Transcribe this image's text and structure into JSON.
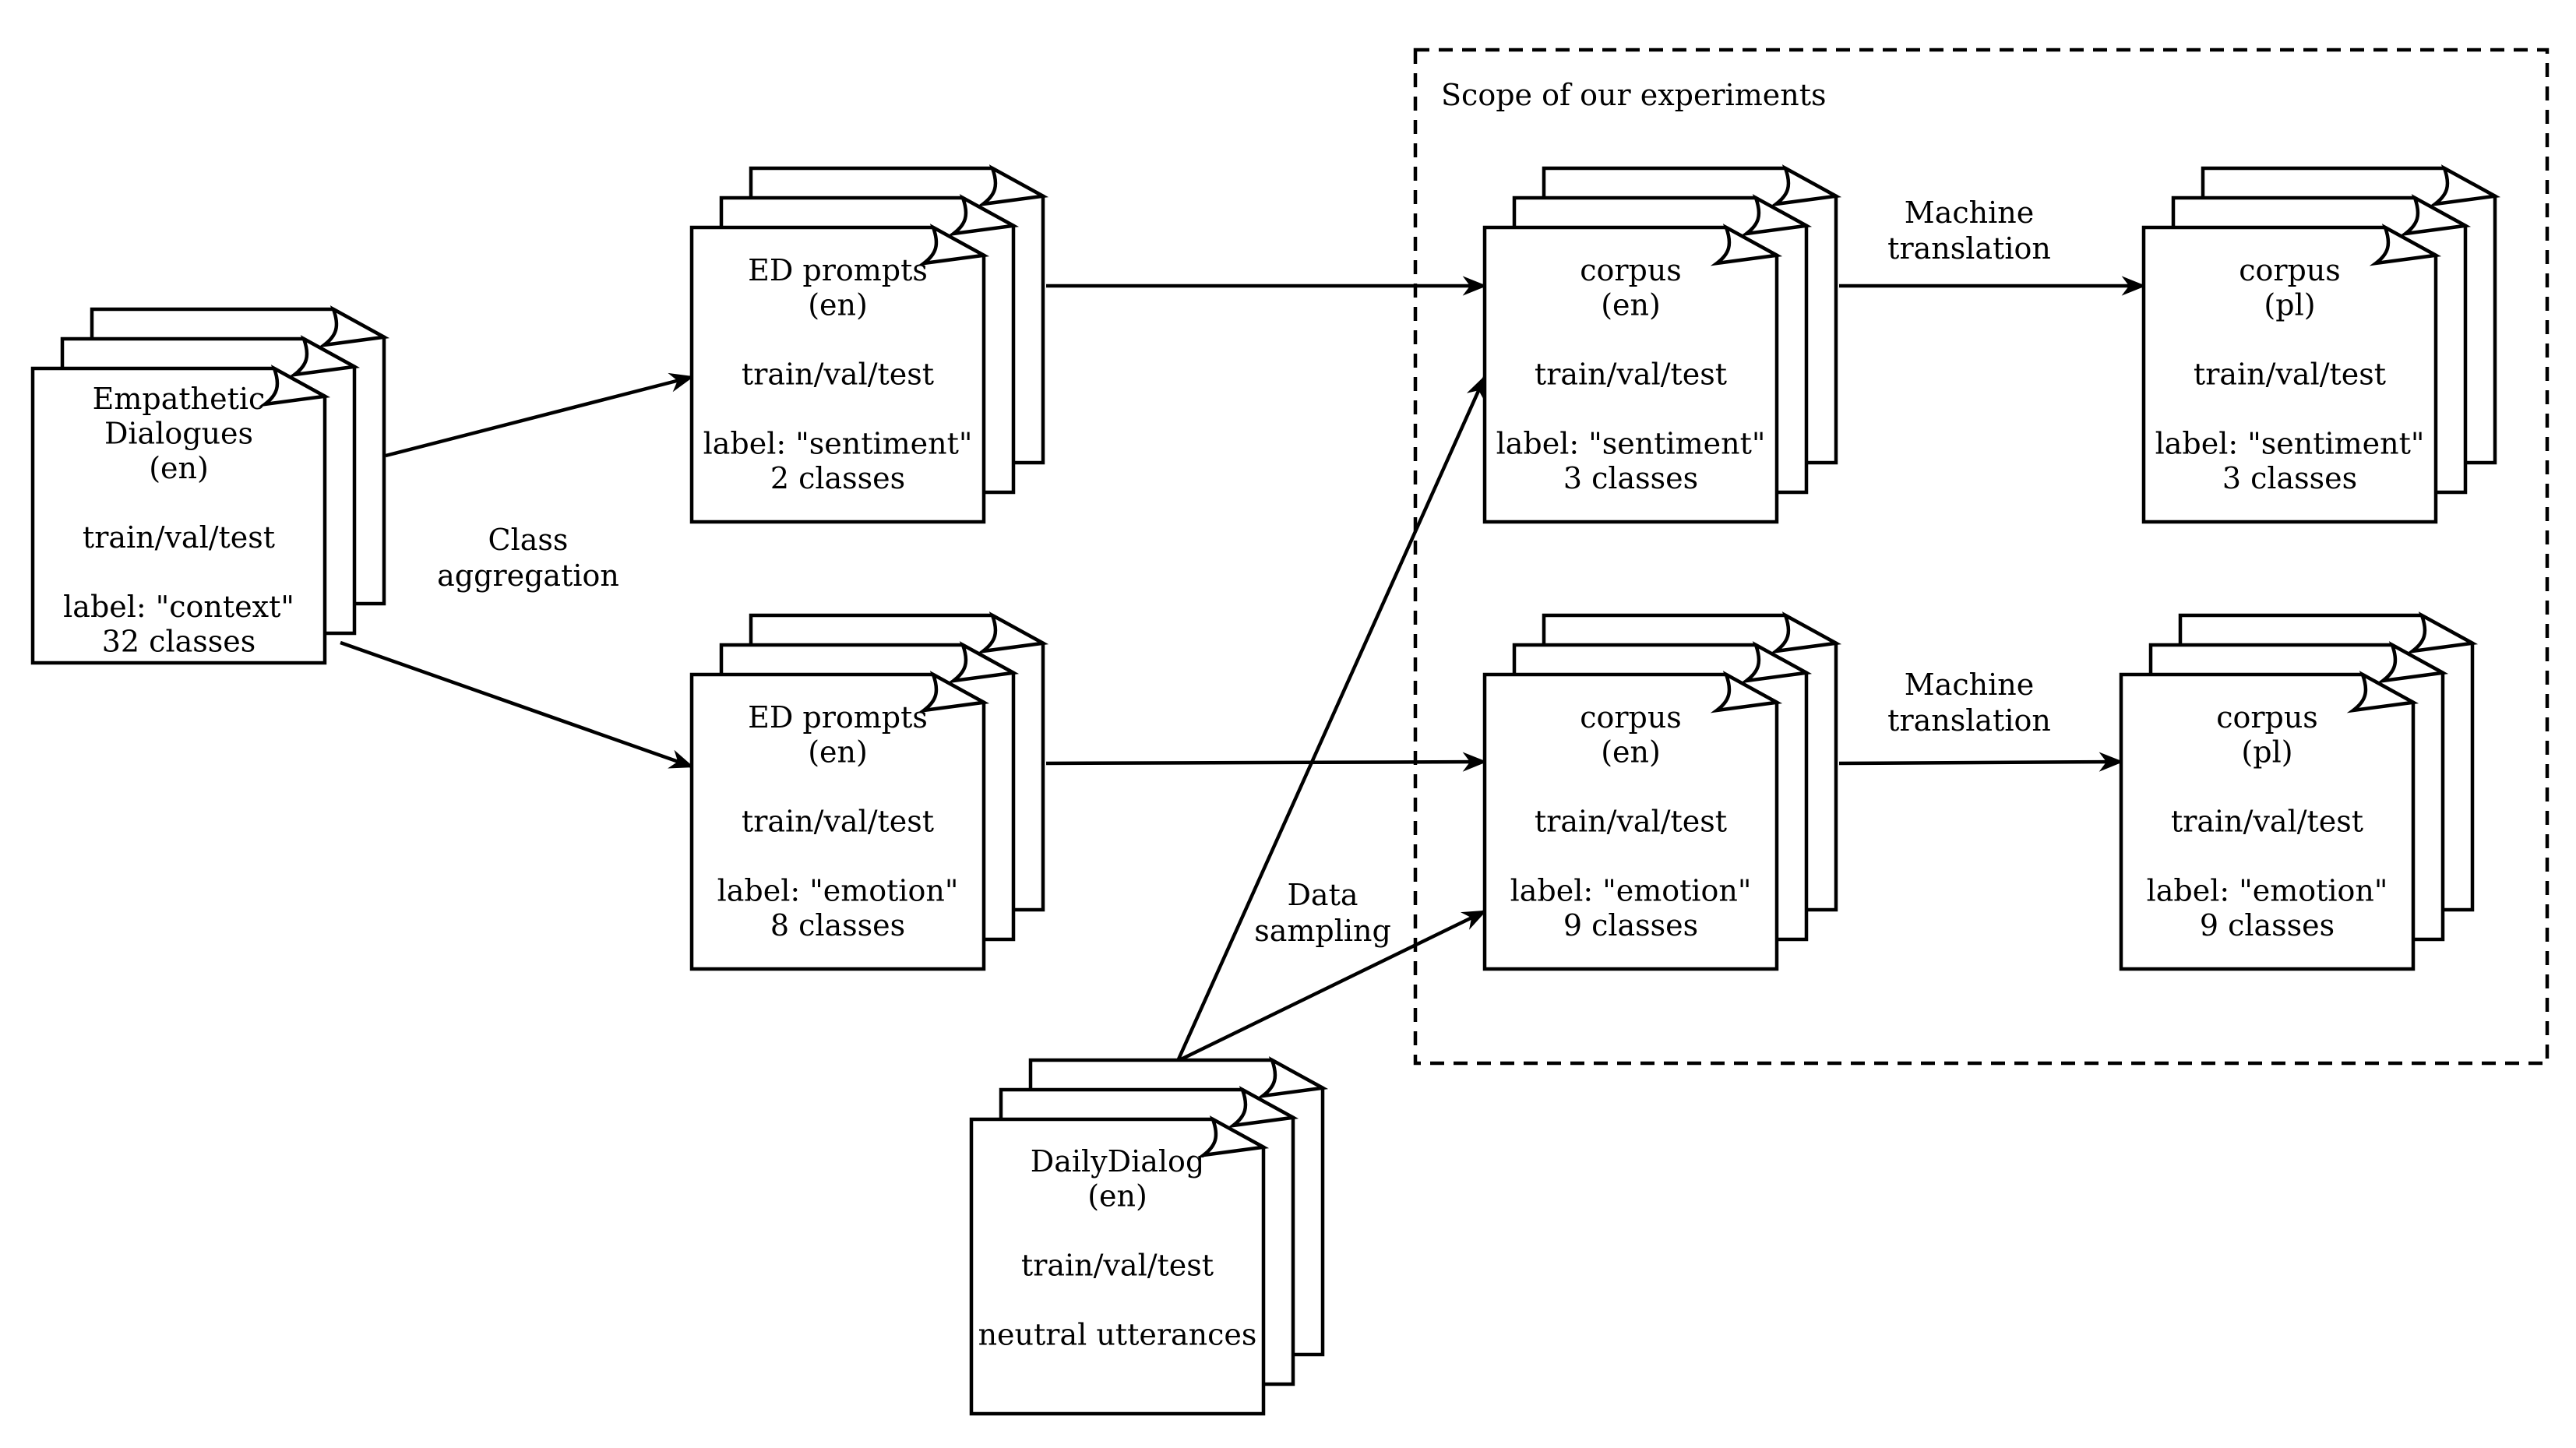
{
  "scope": {
    "label": "Scope of our experiments"
  },
  "documents": {
    "ed_source": {
      "lines": [
        "Empathetic",
        "Dialogues",
        "(en)",
        "",
        "train/val/test",
        "",
        "label: \"context\"",
        "32 classes"
      ]
    },
    "ed_sentiment": {
      "lines": [
        "ED prompts",
        "(en)",
        "",
        "train/val/test",
        "",
        "label: \"sentiment\"",
        "2 classes"
      ]
    },
    "ed_emotion": {
      "lines": [
        "ED prompts",
        "(en)",
        "",
        "train/val/test",
        "",
        "label: \"emotion\"",
        "8 classes"
      ]
    },
    "dailydialog": {
      "lines": [
        "DailyDialog",
        "(en)",
        "",
        "train/val/test",
        "",
        "neutral utterances"
      ]
    },
    "corpus_en_sentiment": {
      "lines": [
        "corpus",
        "(en)",
        "",
        "train/val/test",
        "",
        "label: \"sentiment\"",
        "3 classes"
      ]
    },
    "corpus_en_emotion": {
      "lines": [
        "corpus",
        "(en)",
        "",
        "train/val/test",
        "",
        "label: \"emotion\"",
        "9 classes"
      ]
    },
    "corpus_pl_sentiment": {
      "lines": [
        "corpus",
        "(pl)",
        "",
        "train/val/test",
        "",
        "label: \"sentiment\"",
        "3 classes"
      ]
    },
    "corpus_pl_emotion": {
      "lines": [
        "corpus",
        "(pl)",
        "",
        "train/val/test",
        "",
        "label: \"emotion\"",
        "9 classes"
      ]
    }
  },
  "edge_labels": {
    "class_aggregation": [
      "Class",
      "aggregation"
    ],
    "data_sampling": [
      "Data",
      "sampling"
    ],
    "mt_sentiment": [
      "Machine",
      "translation"
    ],
    "mt_emotion": [
      "Machine",
      "translation"
    ]
  }
}
